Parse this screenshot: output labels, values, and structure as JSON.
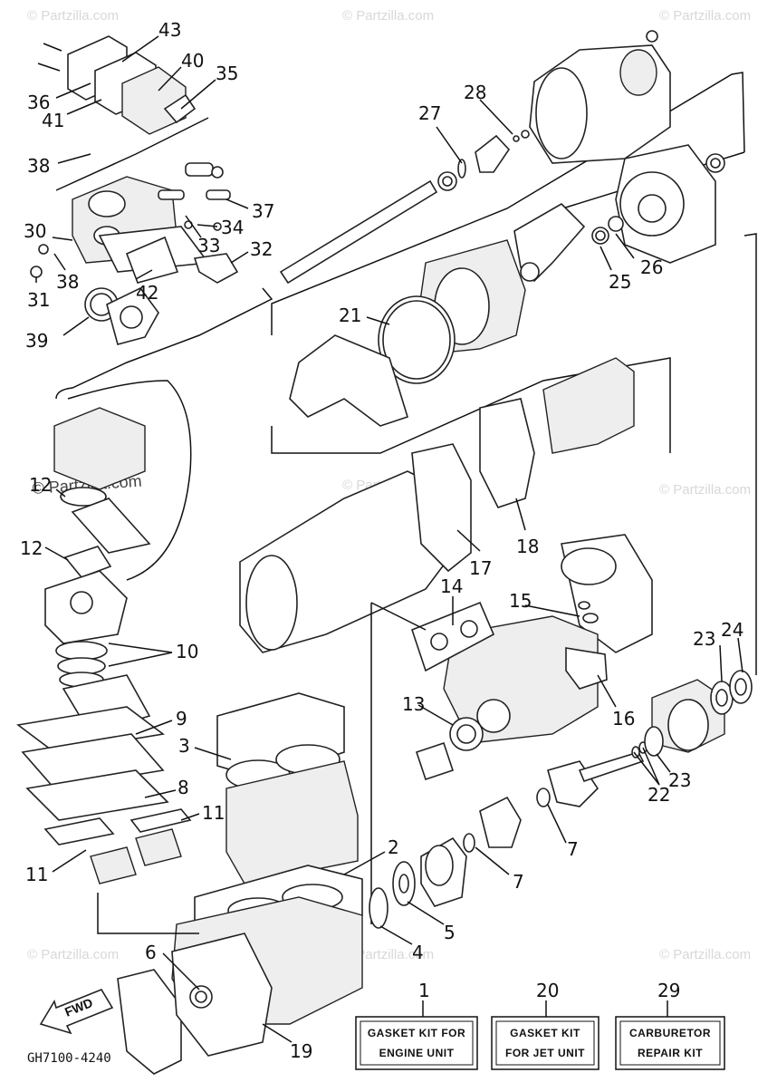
{
  "watermark": "© Partzilla.com",
  "watermark_main": "© Partzilla.com",
  "drawing_code": "GH7100-4240",
  "fwd_label": "FWD",
  "callouts": {
    "p43": "43",
    "p40": "40",
    "p35": "35",
    "p36": "36",
    "p41": "41",
    "p38a": "38",
    "p37": "37",
    "p30": "30",
    "p34": "34",
    "p33": "33",
    "p32": "32",
    "p38b": "38",
    "p31": "31",
    "p42": "42",
    "p39": "39",
    "p28": "28",
    "p27": "27",
    "p25": "25",
    "p26": "26",
    "p21": "21",
    "p12a": "12",
    "p12b": "12",
    "p17": "17",
    "p18": "18",
    "p14": "14",
    "p15": "15",
    "p10": "10",
    "p9": "9",
    "p3": "3",
    "p8": "8",
    "p11a": "11",
    "p11b": "11",
    "p13": "13",
    "p16": "16",
    "p23a": "23",
    "p24": "24",
    "p23b": "23",
    "p22": "22",
    "p7a": "7",
    "p7b": "7",
    "p2": "2",
    "p5": "5",
    "p4": "4",
    "p6": "6",
    "p19": "19"
  },
  "kits": [
    {
      "number": "1",
      "line1": "GASKET KIT FOR",
      "line2": "ENGINE UNIT"
    },
    {
      "number": "20",
      "line1": "GASKET KIT",
      "line2": "FOR JET UNIT"
    },
    {
      "number": "29",
      "line1": "CARBURETOR",
      "line2": "REPAIR KIT"
    }
  ]
}
